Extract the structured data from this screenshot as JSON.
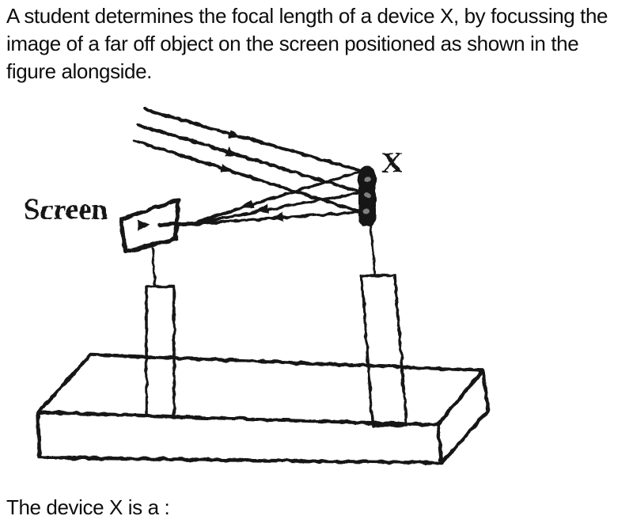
{
  "page": {
    "background": "#ffffff",
    "ink": "#161616"
  },
  "question": {
    "body": "A student determines the focal length of a device X, by focussing the\nimage of a far off object on the screen positioned as shown in the\nfigure alongside.",
    "prompt": "The device X is a :"
  },
  "figure": {
    "screen_label": "Screen",
    "device_label": "X"
  }
}
